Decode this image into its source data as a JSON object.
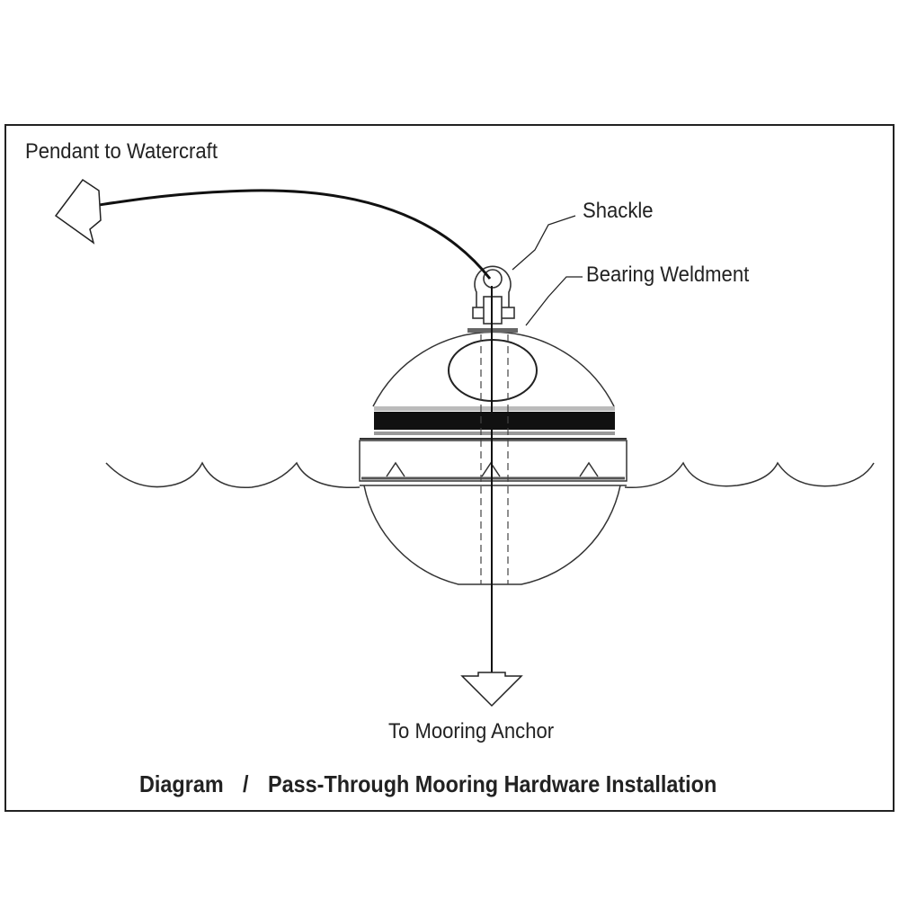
{
  "labels": {
    "pendant": "Pendant to Watercraft",
    "shackle": "Shackle",
    "bearing": "Bearing Weldment",
    "anchor": "To Mooring Anchor"
  },
  "caption": {
    "prefix": "Diagram",
    "separator": "/",
    "title": "Pass-Through Mooring Hardware Installation"
  }
}
